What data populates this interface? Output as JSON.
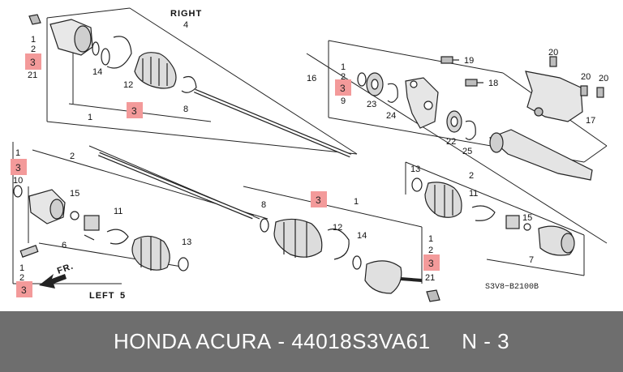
{
  "diagram": {
    "title_right": "RIGHT",
    "title_left": "LEFT",
    "fr_label": "FR.",
    "code": "S3V8−B2100B",
    "assembly_right": "4",
    "assembly_left": "5",
    "highlight_label": "3",
    "callouts": {
      "r_1": "1",
      "r_2": "2",
      "r_21": "21",
      "r_14": "14",
      "r_12": "12",
      "r_8": "8",
      "r_1b": "1",
      "r_16": "16",
      "r_1c": "1",
      "r_2c": "2",
      "r_9": "9",
      "r_23": "23",
      "r_24": "24",
      "r_19": "19",
      "r_18": "18",
      "r_20a": "20",
      "r_20b": "20",
      "r_20c": "20",
      "r_17": "17",
      "r_22": "22",
      "r_25": "25",
      "l_1": "1",
      "l_10": "10",
      "l_2": "2",
      "l_15": "15",
      "l_11": "11",
      "l_13": "13",
      "l_6": "6",
      "l_1b": "1",
      "l_2b": "2",
      "m_8": "8",
      "m_1": "1",
      "m_12": "12",
      "m_14": "14",
      "m_1b": "1",
      "m_2b": "2",
      "m_21": "21",
      "x_13": "13",
      "x_2": "2",
      "x_11": "11",
      "x_15": "15",
      "x_7": "7"
    }
  },
  "footer": {
    "brand": "HONDA ACURA",
    "separator": " - ",
    "part_number": "44018S3VA61",
    "gap": "     ",
    "position": "N - 3"
  }
}
